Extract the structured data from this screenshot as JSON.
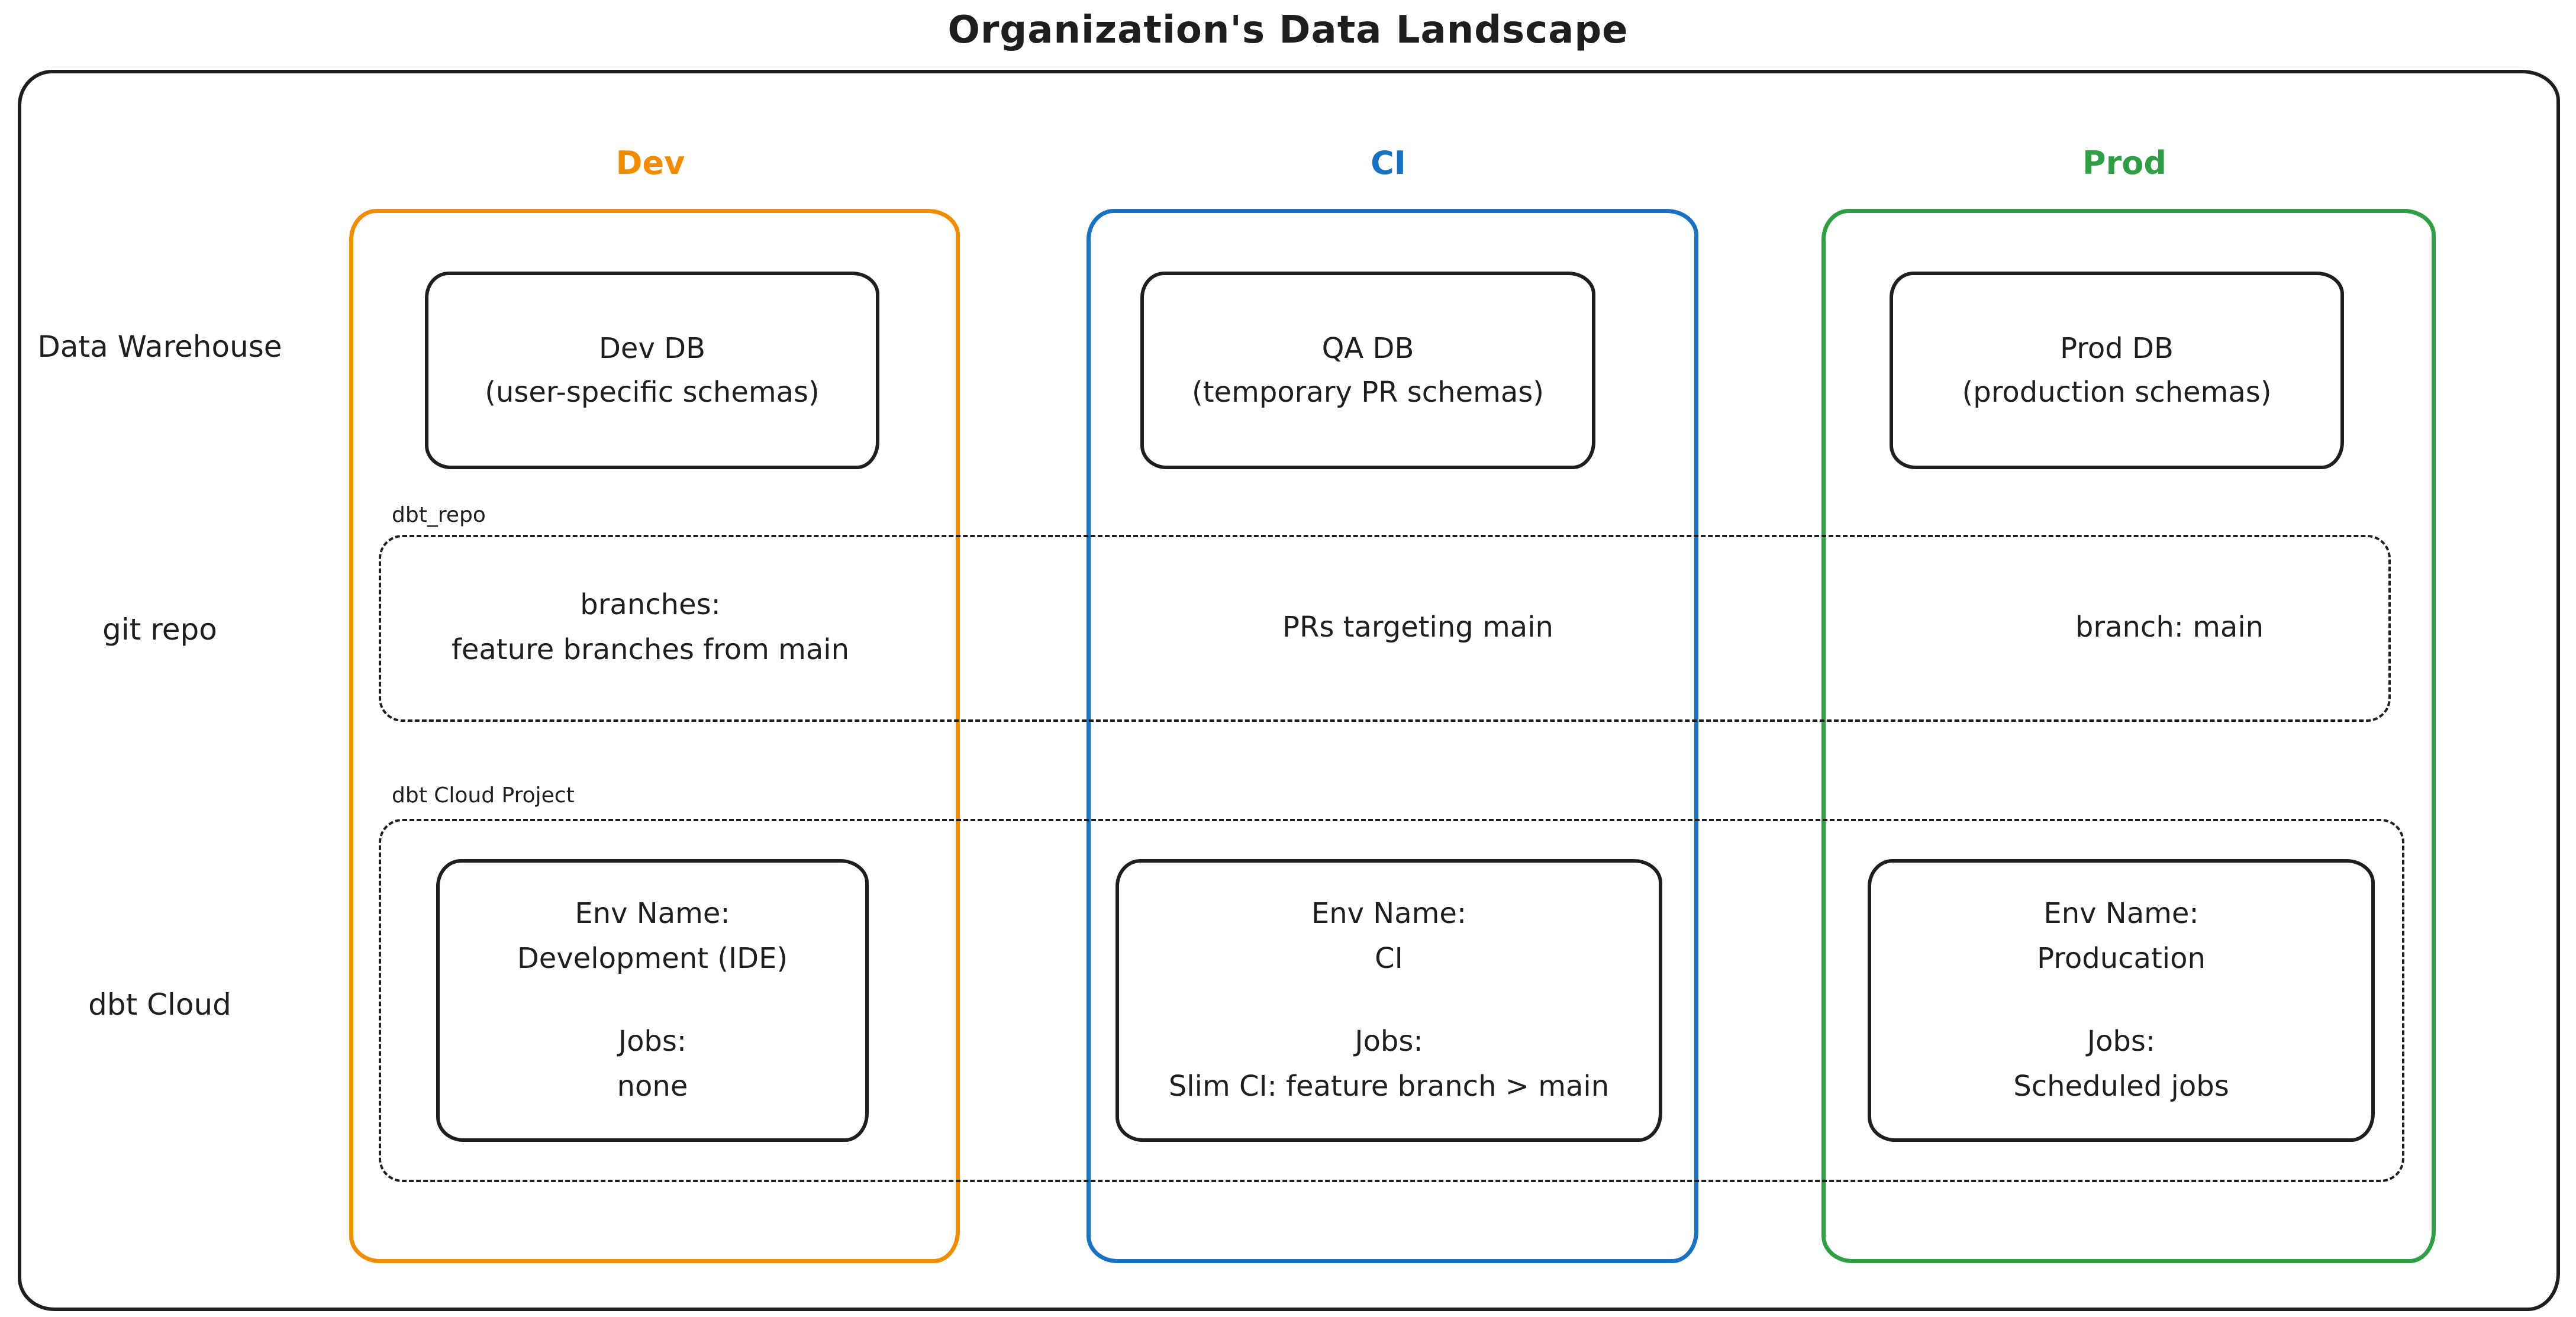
{
  "title": "Organization's Data Landscape",
  "colors": {
    "ink": "#1e1e1e",
    "dev": "#f08c00",
    "ci": "#1971c2",
    "prod": "#2f9e44"
  },
  "rows": [
    {
      "label": "Data Warehouse"
    },
    {
      "label": "git repo"
    },
    {
      "label": "dbt Cloud"
    }
  ],
  "group_labels": {
    "git_repo": "dbt_repo",
    "dbt_cloud": "dbt Cloud Project"
  },
  "columns": [
    {
      "id": "dev",
      "header": "Dev",
      "db": {
        "title": "Dev DB",
        "subtitle": "(user-specific schemas)"
      },
      "git": {
        "line1": "branches:",
        "line2": "feature branches from main"
      },
      "cloud": {
        "env_label": "Env Name:",
        "env_value": "Development (IDE)",
        "jobs_label": "Jobs:",
        "jobs_value": "none"
      }
    },
    {
      "id": "ci",
      "header": "CI",
      "db": {
        "title": "QA DB",
        "subtitle": "(temporary PR schemas)"
      },
      "git": {
        "line1": "PRs targeting main",
        "line2": ""
      },
      "cloud": {
        "env_label": "Env Name:",
        "env_value": "CI",
        "jobs_label": "Jobs:",
        "jobs_value": "Slim CI: feature branch > main"
      }
    },
    {
      "id": "prod",
      "header": "Prod",
      "db": {
        "title": "Prod DB",
        "subtitle": "(production schemas)"
      },
      "git": {
        "line1": "branch: main",
        "line2": ""
      },
      "cloud": {
        "env_label": "Env Name:",
        "env_value": "Producation",
        "jobs_label": "Jobs:",
        "jobs_value": "Scheduled jobs"
      }
    }
  ]
}
